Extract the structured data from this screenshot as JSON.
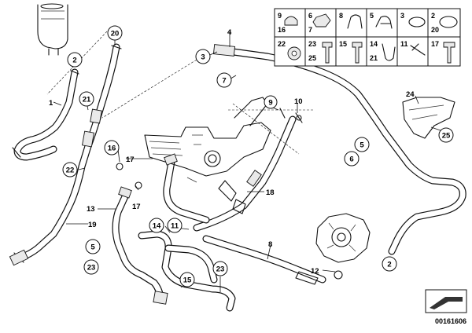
{
  "diagram": {
    "legend_cells": [
      {
        "id": "c1",
        "nums": [
          "9",
          "16"
        ]
      },
      {
        "id": "c2",
        "nums": [
          "6",
          "7"
        ]
      },
      {
        "id": "c3",
        "nums": [
          "8"
        ]
      },
      {
        "id": "c4",
        "nums": [
          "5"
        ]
      },
      {
        "id": "c5",
        "nums": [
          "3"
        ]
      },
      {
        "id": "c6",
        "nums": [
          "2",
          "20"
        ]
      },
      {
        "id": "c7",
        "nums": [
          "22"
        ]
      },
      {
        "id": "c8",
        "nums": [
          "23",
          "25"
        ]
      },
      {
        "id": "c9",
        "nums": [
          "15"
        ]
      },
      {
        "id": "c10",
        "nums": [
          "14",
          "21"
        ]
      },
      {
        "id": "c11",
        "nums": [
          "11"
        ]
      },
      {
        "id": "c12",
        "nums": [
          "17"
        ]
      }
    ],
    "circled_labels": [
      "20",
      "2",
      "21",
      "22",
      "16",
      "3",
      "7",
      "9",
      "5",
      "6",
      "25",
      "2",
      "14",
      "11",
      "5",
      "23",
      "15",
      "23"
    ],
    "plain_labels": [
      "1",
      "4",
      "10",
      "24",
      "17",
      "17",
      "13",
      "19",
      "18",
      "8",
      "12"
    ],
    "doc_number": "00161606"
  }
}
